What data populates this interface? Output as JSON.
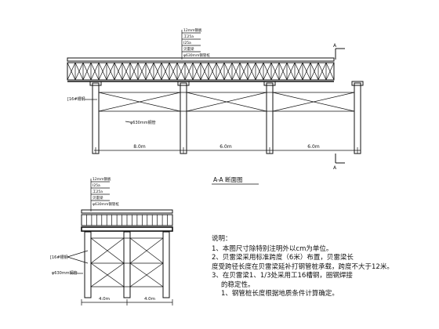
{
  "elevation": {
    "spans": [
      {
        "label": "8.0m"
      },
      {
        "label": "6.0m"
      },
      {
        "label": "6.0m"
      }
    ],
    "callouts": [
      "12mm钢板",
      "工25a",
      "I25a",
      "贝雷梁",
      "φ630mm钢管桩"
    ],
    "pile_label": "φ630mm钢管",
    "bracing_label": "[16#槽钢",
    "section_mark": "A"
  },
  "section_title": "A-A 断面图",
  "cross_section": {
    "spans": [
      {
        "label": "4.0m"
      },
      {
        "label": "4.0m"
      }
    ],
    "callouts": [
      "12mm钢板",
      "I25a",
      "工25a",
      "贝雷梁",
      "φ630mm钢管桩"
    ],
    "bracing_label": "[16#槽钢",
    "pile_label": "φ630mm钢管"
  },
  "notes": {
    "title": "说明：",
    "items": [
      {
        "text": "1、本图尺寸除特别注明外以cm为单位。",
        "indent": false
      },
      {
        "text": "2、贝雷梁采用标准跨度（6米）布置，贝雷梁长",
        "indent": false
      },
      {
        "text": "度受跨径长度在贝雷梁延补打钢管桩承载，跨度不大于12米。",
        "indent": false
      },
      {
        "text": "3、在贝雷梁1、1/3处采用工16槽钢，圈钢焊接",
        "indent": false
      },
      {
        "text": "的稳定性。",
        "indent": true
      },
      {
        "text": "1、钢管桩长度根据地质条件计算确定。",
        "indent": true
      }
    ]
  }
}
